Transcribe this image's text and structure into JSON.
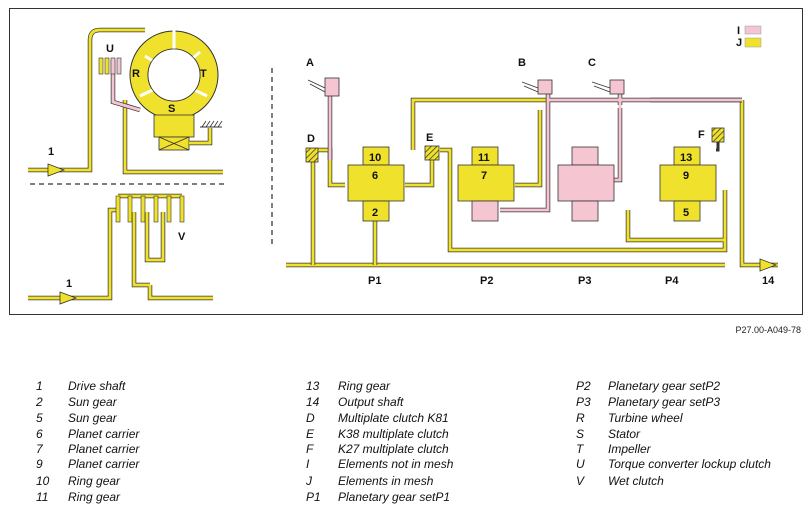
{
  "legend_box": {
    "not_in_mesh_key": "I",
    "in_mesh_key": "J"
  },
  "labels": {
    "U": "U",
    "R": "R",
    "T": "T",
    "S": "S",
    "V": "V",
    "A": "A",
    "B": "B",
    "C": "C",
    "D": "D",
    "E": "E",
    "F": "F",
    "n1_top": "1",
    "n1_bottom": "1",
    "n14": "14",
    "n10": "10",
    "n6": "6",
    "n2": "2",
    "n11": "11",
    "n7": "7",
    "n13": "13",
    "n9": "9",
    "n5": "5",
    "P1": "P1",
    "P2": "P2",
    "P3": "P3",
    "P4": "P4"
  },
  "figure_code": "P27.00-A049-78",
  "legend": [
    {
      "key": "1",
      "text": "Drive shaft"
    },
    {
      "key": "2",
      "text": "Sun gear"
    },
    {
      "key": "5",
      "text": "Sun gear"
    },
    {
      "key": "6",
      "text": "Planet carrier"
    },
    {
      "key": "7",
      "text": "Planet carrier"
    },
    {
      "key": "9",
      "text": "Planet carrier"
    },
    {
      "key": "10",
      "text": "Ring gear"
    },
    {
      "key": "11",
      "text": "Ring gear"
    },
    {
      "key": "13",
      "text": "Ring gear"
    },
    {
      "key": "14",
      "text": "Output shaft"
    },
    {
      "key": "D",
      "text": "Multiplate clutch K81"
    },
    {
      "key": "E",
      "text": "K38 multiplate clutch"
    },
    {
      "key": "F",
      "text": "K27 multiplate clutch"
    },
    {
      "key": "I",
      "text": "Elements not in mesh"
    },
    {
      "key": "J",
      "text": "Elements in mesh"
    },
    {
      "key": "P1",
      "text": "Planetary gear setP1"
    },
    {
      "key": "P2",
      "text": "Planetary gear setP2"
    },
    {
      "key": "P3",
      "text": "Planetary gear setP3"
    },
    {
      "key": "R",
      "text": "Turbine wheel"
    },
    {
      "key": "S",
      "text": "Stator"
    },
    {
      "key": "T",
      "text": "Impeller"
    },
    {
      "key": "U",
      "text": "Torque converter lockup clutch"
    },
    {
      "key": "V",
      "text": "Wet clutch"
    }
  ],
  "colors": {
    "yellow": "#f0e12c",
    "pink": "#f5c6d2",
    "line": "#333333"
  }
}
